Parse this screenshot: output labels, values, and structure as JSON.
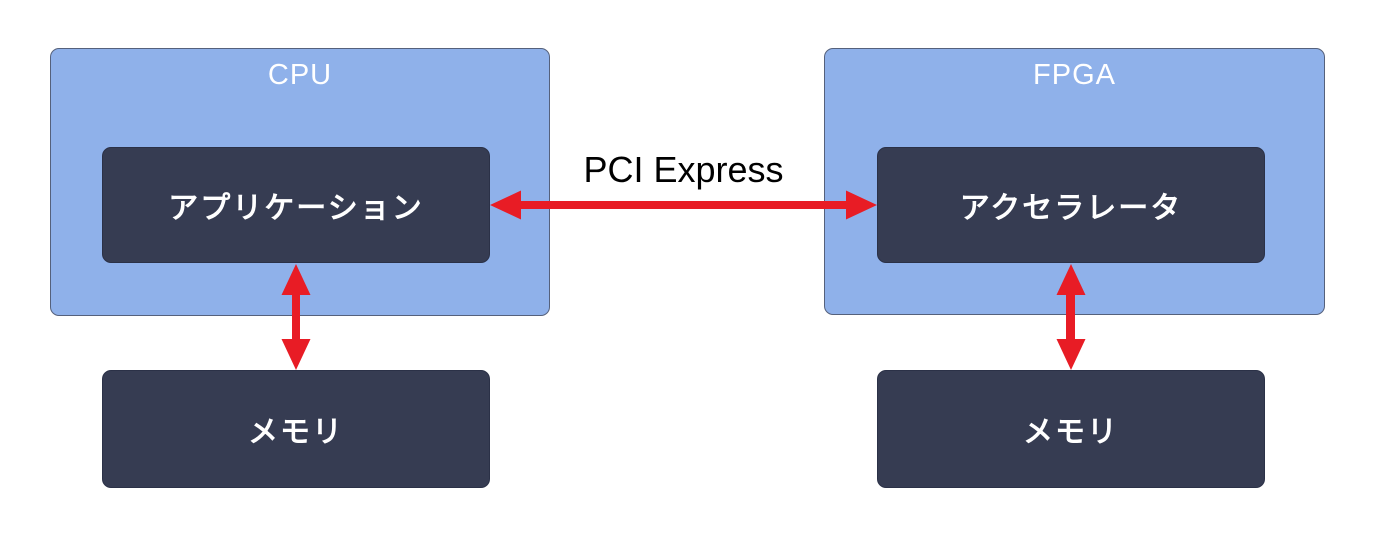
{
  "colors": {
    "background": "#ffffff",
    "group_fill": "#8fb1ea",
    "group_border": "#55617c",
    "node_fill": "#363c52",
    "node_border": "#2b3147",
    "arrow_red": "#e81c25",
    "node_text": "#ffffff",
    "bus_label_text": "#000000"
  },
  "cpu_group": {
    "title": "CPU",
    "application_box": "アプリケーション",
    "memory_box": "メモリ"
  },
  "fpga_group": {
    "title": "FPGA",
    "accelerator_box": "アクセラレータ",
    "memory_box": "メモリ"
  },
  "pci_express": {
    "label": "PCI Express"
  },
  "connections": [
    {
      "from": "アプリケーション",
      "to": "アクセラレータ",
      "label": "PCI Express",
      "style": "red-double-headed-arrow",
      "direction": "bidirectional"
    },
    {
      "from": "アプリケーション",
      "to": "メモリ",
      "side": "CPU",
      "style": "red-double-headed-arrow",
      "direction": "bidirectional"
    },
    {
      "from": "アクセラレータ",
      "to": "メモリ",
      "side": "FPGA",
      "style": "red-double-headed-arrow",
      "direction": "bidirectional"
    }
  ]
}
